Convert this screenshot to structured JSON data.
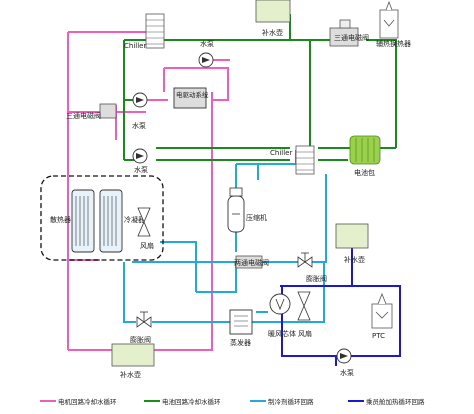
{
  "colors": {
    "motor_loop": "#ee5fb7",
    "battery_loop": "#1a8a1a",
    "refrigerant_loop": "#22aadd",
    "ptc_loop": "#1a1acc",
    "tank_fill": "#e4f0cc",
    "valve_fill": "#dddddd"
  },
  "labels": {
    "chiller_top": "Chiller",
    "chiller_mid": "Chiller",
    "pump_top": "水泵",
    "pump_left": "水泵",
    "pump_mid": "水泵",
    "pump_bottom": "水泵",
    "tank_top": "补水壶",
    "tank_right": "补水壶",
    "tank_bottom": "补水壶",
    "three_way_valve_top": "三通电磁阀",
    "three_way_valve_left": "三通电磁阀",
    "three_way_valve_mid": "两通电磁阀",
    "heater_exchanger": "辅热换热器",
    "motor_controller": "电驱动系统",
    "battery_pack": "电池包",
    "radiator": "散热器",
    "condenser": "冷凝器",
    "fan_left": "风扇",
    "fan_right": "风扇",
    "compressor": "压缩机",
    "expansion_valve_mid": "膨胀阀",
    "expansion_valve_bottom": "膨胀阀",
    "evaporator": "蒸发器",
    "cabin_heater": "暖风芯体",
    "ptc": "PTC"
  },
  "legend": [
    {
      "label": "电机回路冷却水循环",
      "color": "#ee5fb7"
    },
    {
      "label": "电池回路冷却水循环",
      "color": "#1a8a1a"
    },
    {
      "label": "制冷剂循环回路",
      "color": "#22aadd"
    },
    {
      "label": "乘员舱加热循环回路",
      "color": "#1a1acc"
    }
  ]
}
